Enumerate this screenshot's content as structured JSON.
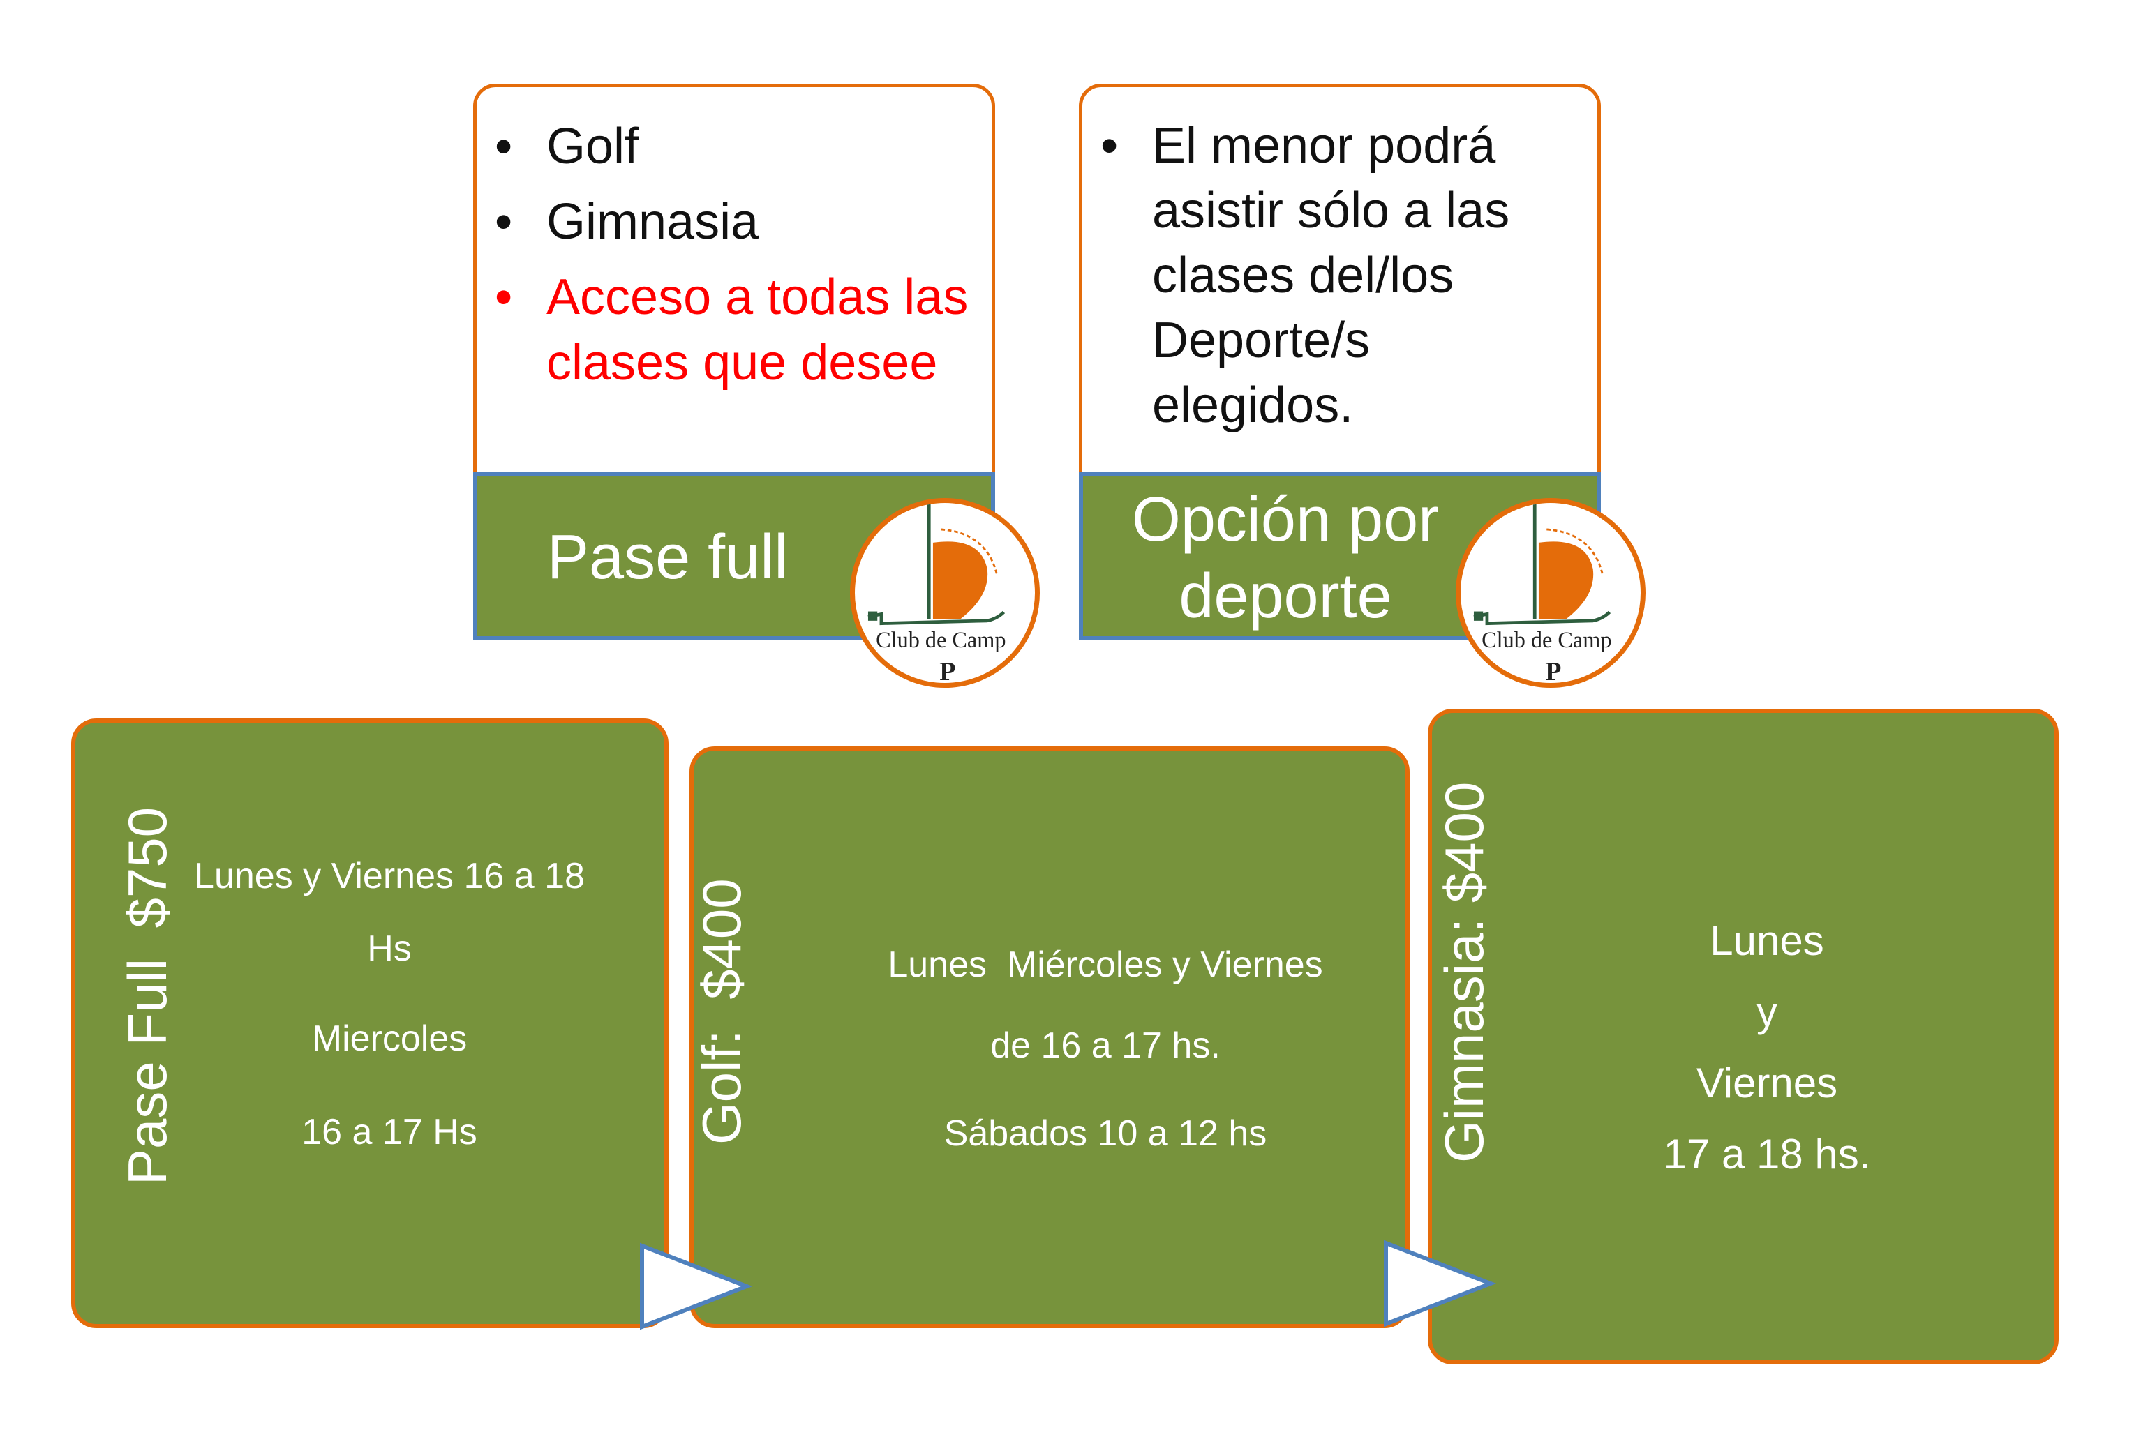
{
  "top_left_card": {
    "bullets": [
      "Golf",
      "Gimnasia",
      "Acceso a todas las",
      "clases que desee"
    ],
    "bar_label": "Pase full"
  },
  "top_right_card": {
    "bullet_lines": [
      "El menor podrá",
      "asistir sólo a las",
      "clases del/los",
      "Deporte/s",
      "elegidos."
    ],
    "bar_label_line1": "Opción por",
    "bar_label_line2": "deporte"
  },
  "logo": {
    "text": "Club de Camp",
    "partial_text": "P"
  },
  "boxes": [
    {
      "title": "Pase Full  $750",
      "lines": [
        "Lunes y Viernes 16 a 18",
        "Hs",
        "Miercoles",
        "16 a 17 Hs"
      ]
    },
    {
      "title": "Golf:  $400",
      "lines": [
        "Lunes  Miércoles y Viernes",
        "de 16 a 17 hs.",
        "Sábados 10 a 12 hs"
      ]
    },
    {
      "title": "Gimnasia: $400",
      "lines": [
        "Lunes",
        "y",
        "Viernes",
        "17 a 18 hs."
      ]
    }
  ],
  "colors": {
    "green": "#77933c",
    "orange": "#e46c0a",
    "blue": "#4f81bd",
    "red": "#ff0000"
  }
}
